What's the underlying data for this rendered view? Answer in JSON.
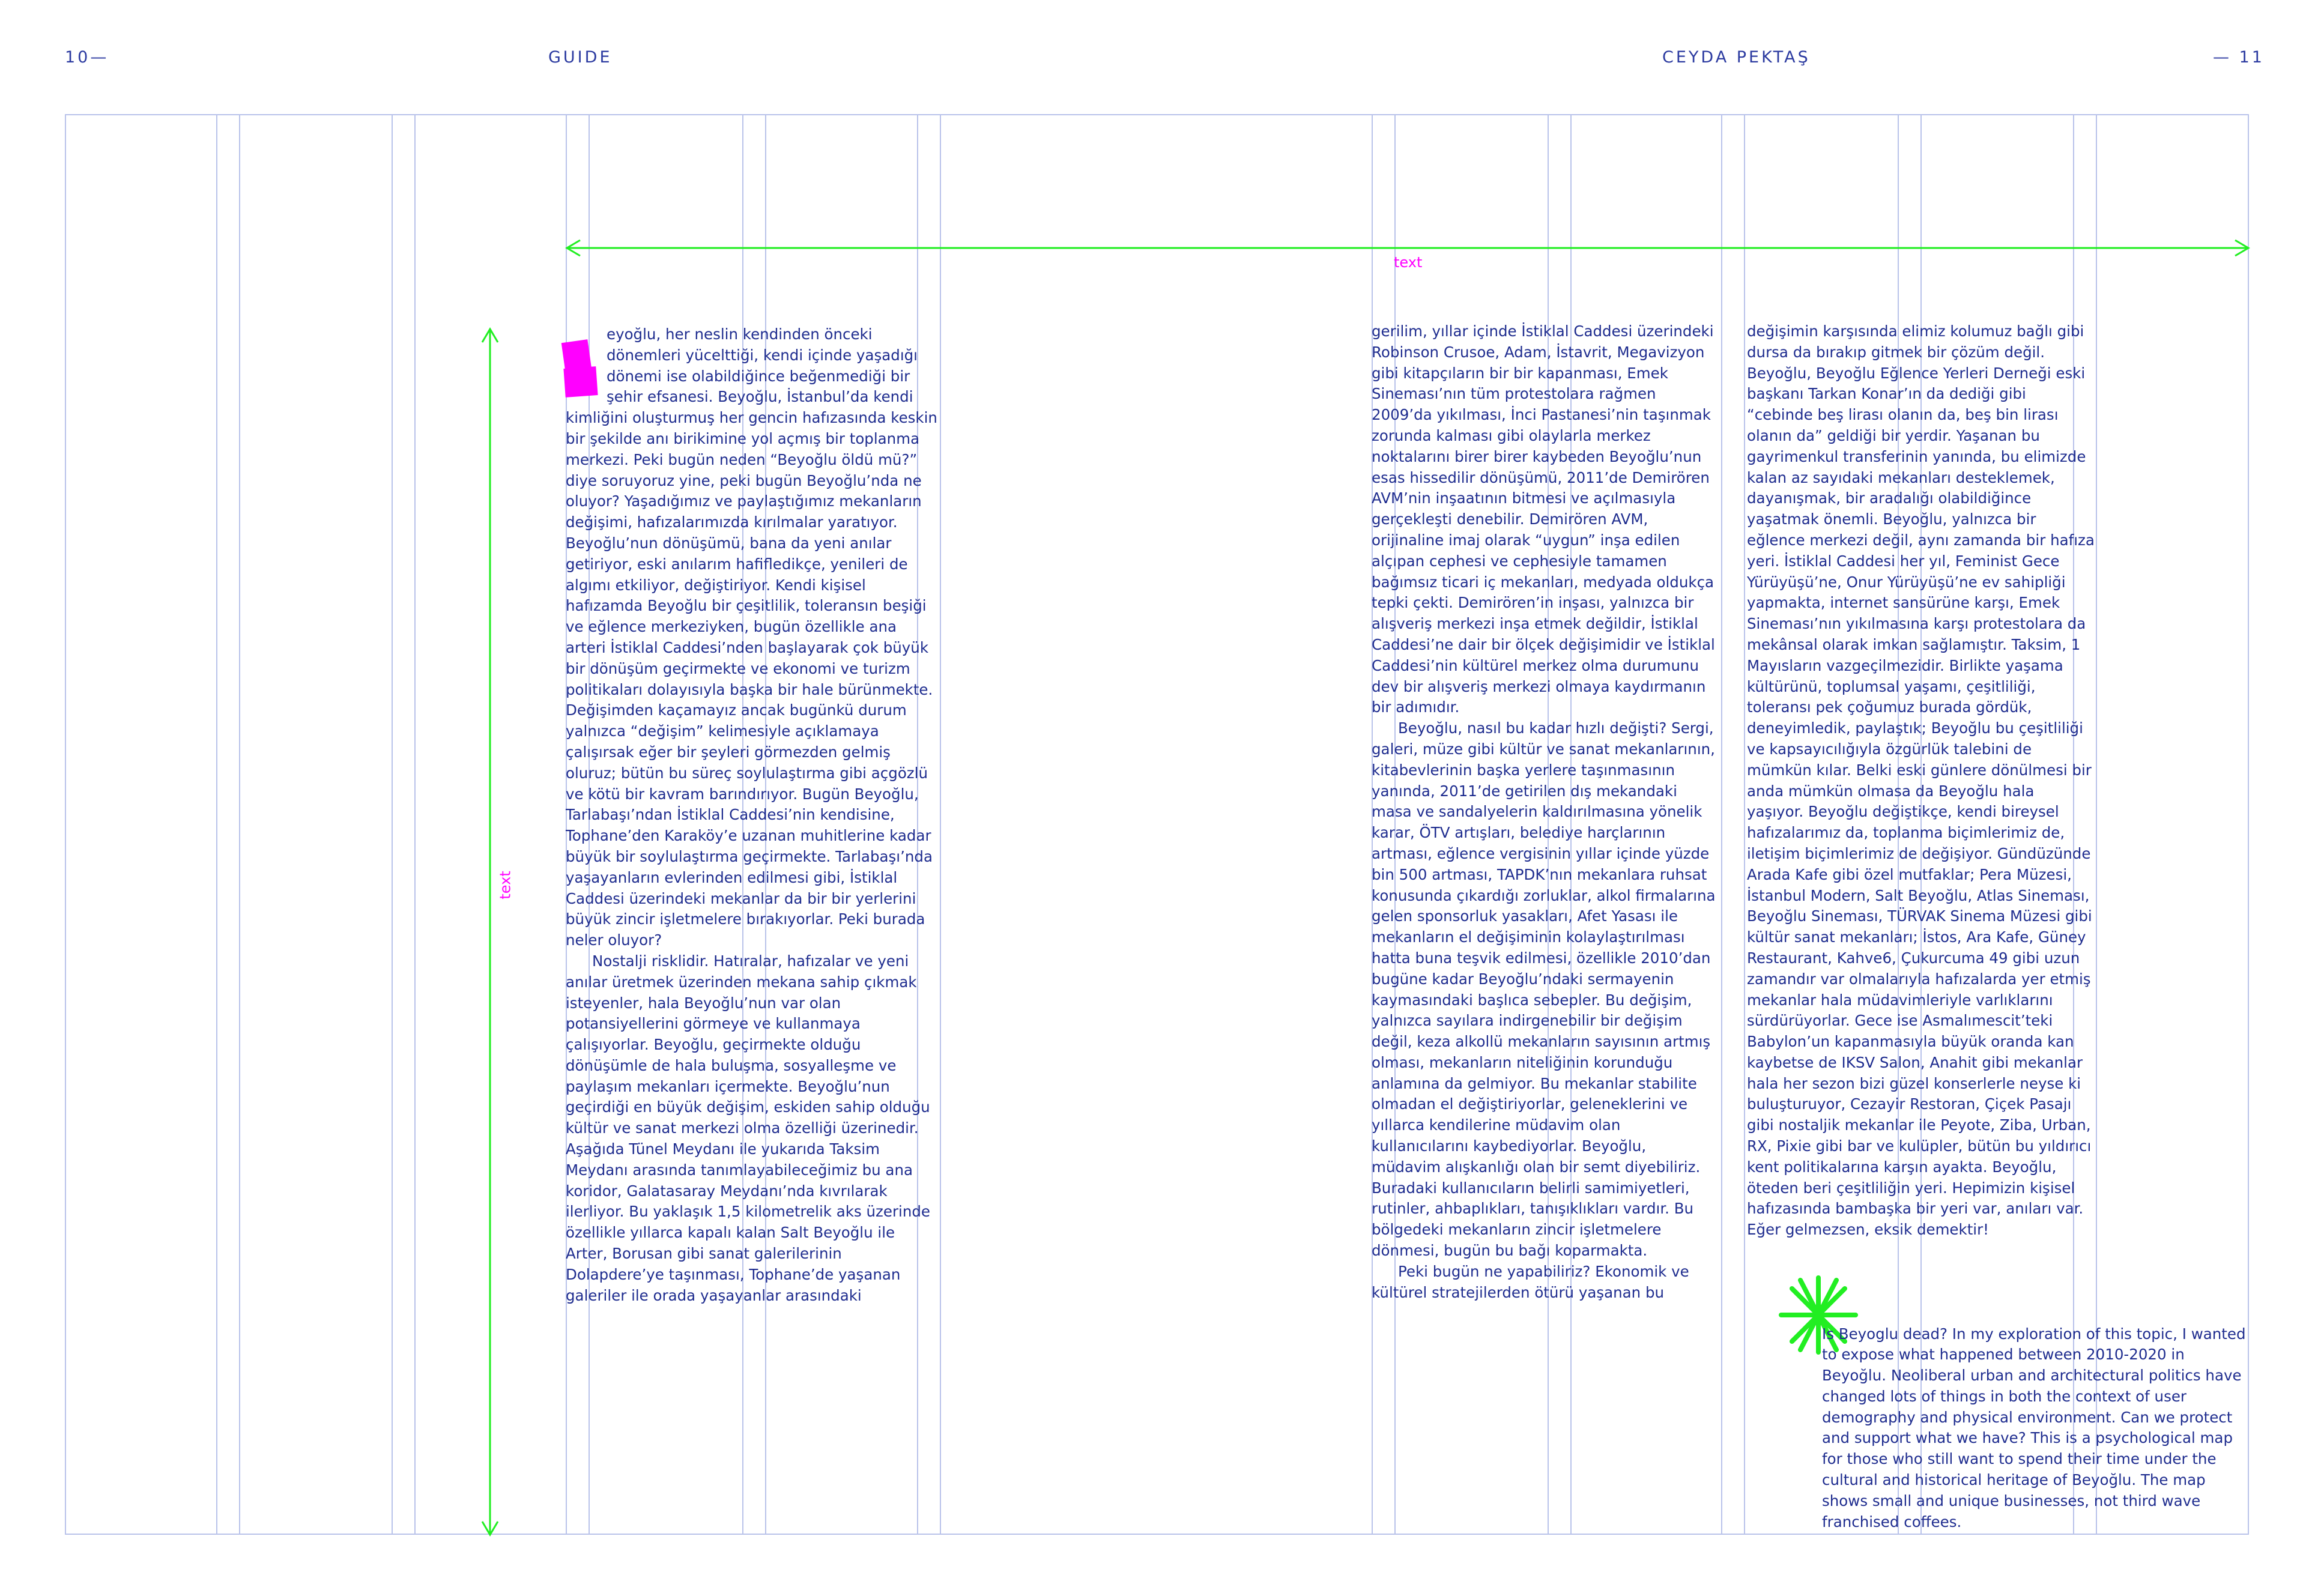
{
  "header": {
    "page_left": "10—",
    "section": "GUIDE",
    "author": "CEYDA PEKTAŞ",
    "page_right": "— 11"
  },
  "annotations": {
    "top_label": "text",
    "side_label": "text"
  },
  "colors": {
    "text": "#1f2d8f",
    "grid": "#b9c3ea",
    "arrow": "#22ee22",
    "magenta": "#ff00ff",
    "star": "#22ee22"
  },
  "column1": {
    "paragraphs": [
      "eyoğlu, her neslin kendinden önceki dönemleri yücelttiği, kendi içinde yaşadığı dönemi ise olabildiğince beğenmediği bir şehir efsanesi. Beyoğlu, İstanbul’da kendi kimliğini oluşturmuş her gencin hafızasında keskin bir şekilde anı birikimine yol açmış bir toplanma merkezi. Peki bugün neden “Beyoğlu öldü mü?” diye soruyoruz yine, peki bugün Beyoğlu’nda ne oluyor? Yaşadığımız ve paylaştığımız mekanların değişimi, hafızalarımızda kırılmalar yaratıyor. Beyoğlu’nun dönüşümü, bana da yeni anılar getiriyor, eski anılarım hafifledikçe, yenileri de algımı etkiliyor, değiştiriyor. Kendi kişisel hafızamda Beyoğlu bir çeşitlilik, toleransın beşiği ve eğlence merkeziyken, bugün özellikle ana arteri İstiklal Caddesi’nden başlayarak çok büyük bir dönüşüm geçirmekte ve ekonomi ve turizm politikaları dolayısıyla başka bir hale bürünmekte. Değişimden kaçamayız ancak bugünkü durum yalnızca “değişim” kelimesiyle açıklamaya çalışırsak eğer bir şeyleri görmezden gelmiş oluruz; bütün bu süreç soylulaştırma gibi açgözlü ve kötü bir kavram barındırıyor. Bugün Beyoğlu, Tarlabaşı’ndan İstiklal Caddesi’nin kendisine, Tophane’den Karaköy’e uzanan muhitlerine kadar büyük bir soylulaştırma geçirmekte. Tarlabaşı’nda yaşayanların evlerinden edilmesi gibi, İstiklal Caddesi üzerindeki mekanlar da bir bir yerlerini büyük zincir işletmelere bırakıyorlar. Peki burada neler oluyor?",
      "Nostalji risklidir. Hatıralar, hafızalar ve yeni anılar üretmek üzerinden mekana sahip çıkmak isteyenler, hala Beyoğlu’nun var olan potansiyellerini görmeye ve kullanmaya çalışıyorlar. Beyoğlu, geçirmekte olduğu dönüşümle de hala buluşma, sosyalleşme ve paylaşım mekanları içermekte. Beyoğlu’nun geçirdiği en büyük değişim, eskiden sahip olduğu kültür ve sanat merkezi olma özelliği üzerinedir. Aşağıda Tünel Meydanı ile yukarıda Taksim Meydanı arasında tanımlayabileceğimiz bu ana koridor, Galatasaray Meydanı’nda kıvrılarak ilerliyor. Bu yaklaşık 1,5 kilometrelik aks üzerinde özellikle yıllarca kapalı kalan Salt Beyoğlu ile Arter, Borusan gibi sanat galerilerinin Dolapdere’ye taşınması, Tophane’de yaşanan galeriler ile orada yaşayanlar arasındaki"
    ]
  },
  "column2": {
    "paragraphs": [
      "gerilim, yıllar içinde İstiklal Caddesi üzerindeki Robinson Crusoe, Adam, İstavrit, Megavizyon gibi kitapçıların bir bir kapanması, Emek Sineması’nın tüm protestolara rağmen 2009’da yıkılması, İnci Pastanesi’nin taşınmak zorunda kalması gibi olaylarla merkez noktalarını birer birer kaybeden Beyoğlu’nun esas hissedilir dönüşümü, 2011’de Demirören AVM’nin inşaatının bitmesi ve açılmasıyla gerçekleşti denebilir. Demirören AVM, orijinaline imaj olarak “uygun” inşa edilen alçıpan cephesi ve cephesiyle tamamen bağımsız ticari iç mekanları, medyada oldukça tepki çekti. Demirören’in inşası, yalnızca bir alışveriş merkezi inşa etmek değildir, İstiklal Caddesi’ne dair bir ölçek değişimidir ve İstiklal Caddesi’nin kültürel merkez olma durumunu dev bir alışveriş merkezi olmaya kaydırmanın bir adımıdır.",
      "Beyoğlu, nasıl bu kadar hızlı değişti? Sergi, galeri, müze gibi kültür ve sanat mekanlarının, kitabevlerinin başka yerlere taşınmasının yanında, 2011’de getirilen dış mekandaki masa ve sandalyelerin kaldırılmasına yönelik karar, ÖTV artışları, belediye harçlarının artması, eğlence vergisinin yıllar içinde yüzde bin 500 artması, TAPDK’nın mekanlara ruhsat konusunda çıkardığı zorluklar, alkol firmalarına gelen sponsorluk yasakları, Afet Yasası ile mekanların el değişiminin kolaylaştırılması hatta buna teşvik edilmesi, özellikle 2010’dan bugüne kadar Beyoğlu’ndaki sermayenin kaymasındaki başlıca sebepler. Bu değişim, yalnızca sayılara indirgenebilir bir değişim değil, keza alkollü mekanların sayısının artmış olması, mekanların niteliğinin korunduğu anlamına da gelmiyor. Bu mekanlar stabilite olmadan el değiştiriyorlar, geleneklerini ve yıllarca kendilerine müdavim olan kullanıcılarını kaybediyorlar. Beyoğlu, müdavim alışkanlığı olan bir semt diyebiliriz. Buradaki kullanıcıların belirli samimiyetleri, rutinler, ahbaplıkları, tanışıklıkları vardır. Bu bölgedeki mekanların zincir işletmelere dönmesi, bugün bu bağı koparmakta.",
      "Peki bugün ne yapabiliriz? Ekonomik ve kültürel stratejilerden ötürü yaşanan bu"
    ]
  },
  "column3": {
    "paragraphs": [
      "değişimin karşısında elimiz kolumuz bağlı gibi dursa da bırakıp gitmek bir çözüm değil. Beyoğlu, Beyoğlu Eğlence Yerleri Derneği eski başkanı Tarkan Konar’ın da dediği gibi “cebinde beş lirası olanın da, beş bin lirası olanın da” geldiği bir yerdir. Yaşanan bu gayrimenkul transferinin yanında, bu elimizde kalan az sayıdaki mekanları desteklemek, dayanışmak, bir aradalığı olabildiğince yaşatmak önemli. Beyoğlu, yalnızca bir eğlence merkezi değil, aynı zamanda bir hafıza yeri. İstiklal Caddesi her yıl, Feminist Gece Yürüyüşü’ne, Onur Yürüyüşü’ne ev sahipliği yapmakta, internet sansürüne karşı, Emek Sineması’nın yıkılmasına karşı protestolara da mekânsal olarak imkan sağlamıştır. Taksim, 1 Mayısların vazgeçilmezidir. Birlikte yaşama kültürünü, toplumsal yaşamı, çeşitliliği, toleransı pek çoğumuz burada gördük, deneyimledik, paylaştık; Beyoğlu bu çeşitliliği ve kapsayıcılığıyla özgürlük talebini de mümkün kılar. Belki eski günlere dönülmesi bir anda mümkün olmasa da Beyoğlu hala yaşıyor. Beyoğlu değiştikçe, kendi bireysel hafızalarımız da, toplanma biçimlerimiz de, iletişim biçimlerimiz de değişiyor. Gündüzünde Arada Kafe gibi özel mutfaklar; Pera Müzesi, İstanbul Modern, Salt Beyoğlu, Atlas Sineması, Beyoğlu Sineması, TÜRVAK Sinema Müzesi gibi kültür sanat mekanları; İstos, Ara Kafe, Güney Restaurant, Kahve6, Çukurcuma 49 gibi uzun zamandır var olmalarıyla hafızalarda yer etmiş mekanlar hala müdavimleriyle varlıklarını sürdürüyorlar. Gece ise Asmalımescit’teki Babylon’un kapanmasıyla büyük oranda kan kaybetse de IKSV Salon, Anahit gibi mekanlar hala her sezon bizi güzel konserlerle neyse ki buluşturuyor, Cezayir Restoran, Çiçek Pasajı gibi nostaljik mekanlar ile Peyote, Ziba, Urban, RX, Pixie gibi bar ve kulüpler, bütün bu yıldırıcı kent politikalarına karşın ayakta. Beyoğlu, öteden beri çeşitliliğin yeri. Hepimizin kişisel hafızasında bambaşka bir yeri var, anıları var. Eğer gelmezsen, eksik demektir!"
    ]
  },
  "english_note": {
    "text": "Is Beyoglu dead? In my exploration of this topic, I wanted to expose what happened between 2010-2020 in Beyoğlu. Neoliberal urban and architectural politics have changed lots of things in both the context of user demography and physical environment. Can we protect and support what we have? This is a psychological map for those who still want to spend their time under the cultural and historical heritage of Beyoğlu. The map shows small and unique businesses, not third wave franchised coffees."
  }
}
